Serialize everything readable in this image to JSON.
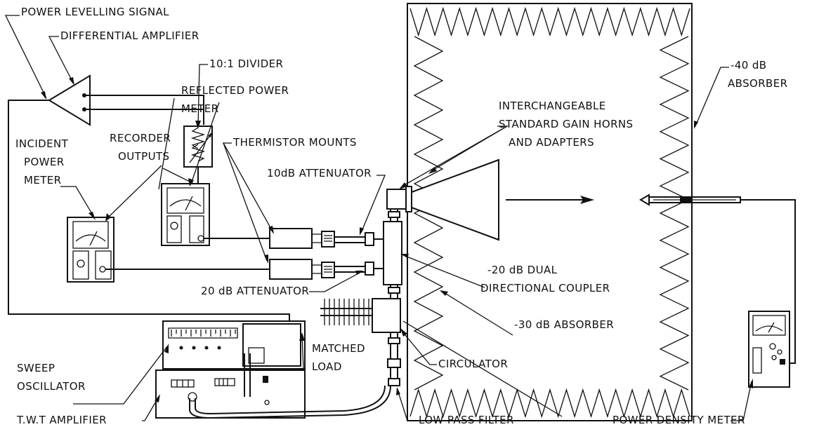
{
  "labels": {
    "power_levelling_signal": "POWER LEVELLING SIGNAL",
    "differential_amplifier": "DIFFERENTIAL AMPLIFIER",
    "divider": "10:1 DIVIDER",
    "reflected_power_meter_1": "REFLECTED POWER",
    "reflected_power_meter_2": "METER",
    "recorder_outputs_1": "RECORDER",
    "recorder_outputs_2": "OUTPUTS",
    "incident_power_meter_1": "INCIDENT",
    "incident_power_meter_2": "POWER",
    "incident_power_meter_3": "METER",
    "thermistor_mounts": "THERMISTOR MOUNTS",
    "attenuator_10db": "10dB ATTENUATOR",
    "attenuator_20db": "20 dB ATTENUATOR",
    "horns_1": "INTERCHANGEABLE",
    "horns_2": "STANDARD GAIN HORNS",
    "horns_3": "AND ADAPTERS",
    "absorber_40db_1": "-40 dB",
    "absorber_40db_2": "ABSORBER",
    "coupler_1": "-20 dB DUAL",
    "coupler_2": "DIRECTIONAL COUPLER",
    "absorber_30db": "-30 dB ABSORBER",
    "matched_load_1": "MATCHED",
    "matched_load_2": "LOAD",
    "circulator": "CIRCULATOR",
    "sweep_oscillator_1": "SWEEP",
    "sweep_oscillator_2": "OSCILLATOR",
    "twt_amplifier": "T.W.T AMPLIFIER",
    "low_pass_filter": "LOW PASS FILTER",
    "power_density_meter": "POWER DENSITY METER"
  }
}
